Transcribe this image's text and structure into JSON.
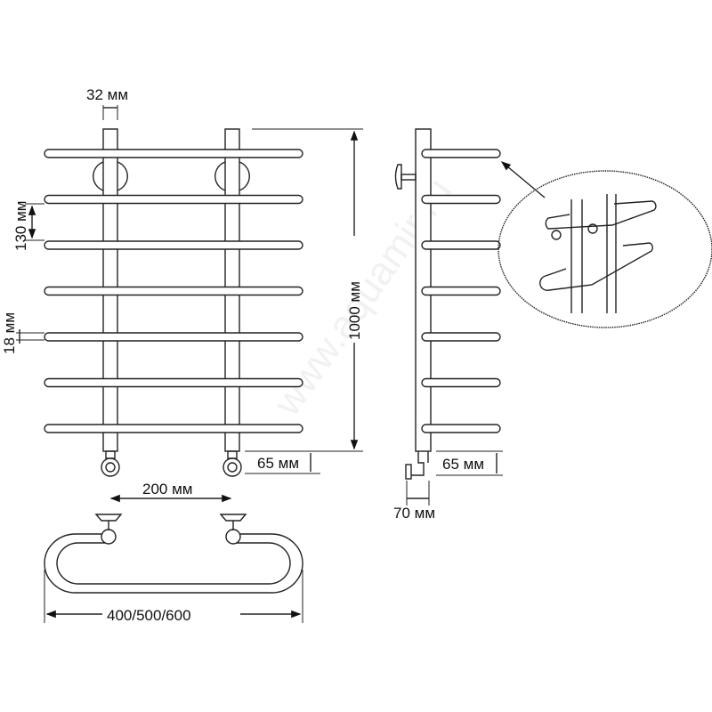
{
  "diagram": {
    "title": "Towel warmer dimension drawing",
    "labels": {
      "post_diameter": "32 мм",
      "rail_spacing": "130 мм",
      "rail_diameter": "18 мм",
      "height": "1000 мм",
      "connection_offset_front": "65 мм",
      "connection_offset_side": "65 мм",
      "center_distance": "200 мм",
      "width_options": "400/500/600",
      "wall_offset": "70 мм"
    },
    "rail_count": 7,
    "watermark": "www.aquamir.ru",
    "colors": {
      "line": "#222222",
      "background": "#ffffff"
    }
  }
}
